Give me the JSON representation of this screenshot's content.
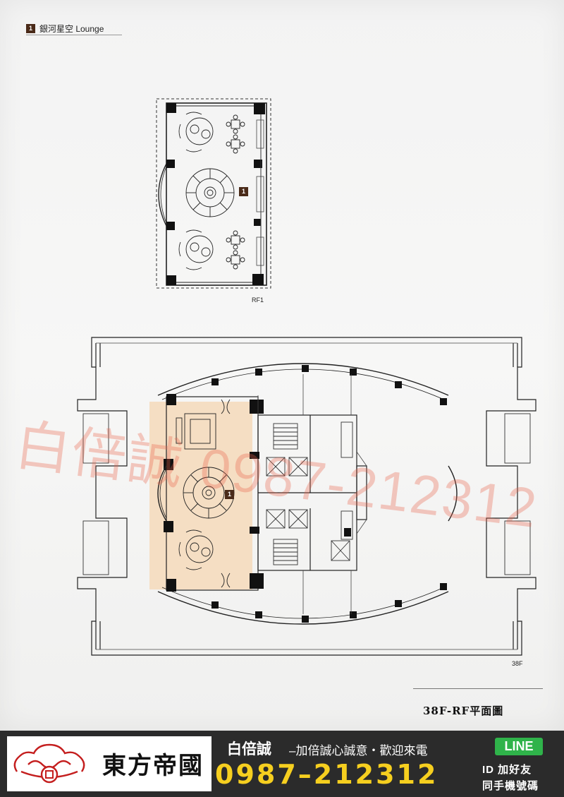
{
  "legend": {
    "number": "1",
    "label": "銀河星空 Lounge"
  },
  "plans": [
    {
      "label": "RF1",
      "room_marker": "1"
    },
    {
      "label": "38F",
      "room_marker": "1"
    }
  ],
  "plan_title": "38F-RF平面圖",
  "watermark": "白倍誠 0987-212312",
  "banner": {
    "brand": "東方帝國",
    "name": "白倍誠",
    "slogan": "–加倍誠心誠意・歡迎來電",
    "phone": "0987–212312",
    "line_badge": "LINE",
    "line_text_1": "ID 加好友",
    "line_text_2": "同手機號碼"
  },
  "colors": {
    "highlight": "#f5d8b6",
    "marker": "#4a2a18",
    "banner_bg": "#2b2b2b",
    "phone": "#f6cf1f",
    "line_green": "#2fb34a",
    "watermark": "#ea6046"
  }
}
